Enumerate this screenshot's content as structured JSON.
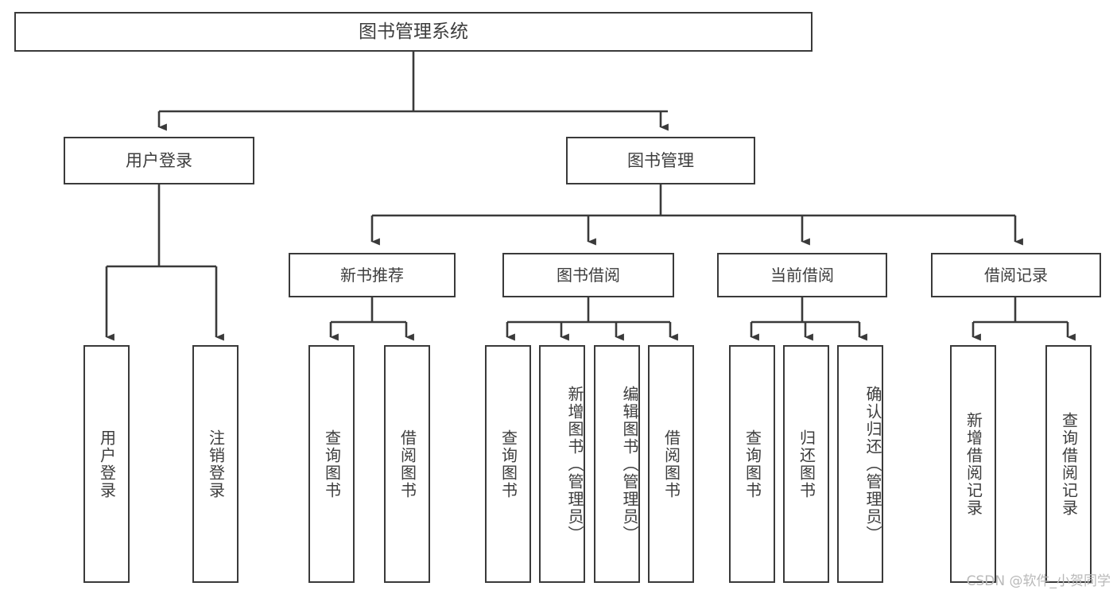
{
  "diagram": {
    "type": "tree",
    "title": "图书管理系统",
    "watermark": "CSDN @软件_小贺同学",
    "stroke_color": "#3a3a3a",
    "text_color": "#3d3d3d",
    "background_color": "#ffffff",
    "nodes": {
      "root": {
        "label": "图书管理系统"
      },
      "level2": [
        {
          "id": "user-login",
          "label": "用户登录"
        },
        {
          "id": "book-manage",
          "label": "图书管理"
        }
      ],
      "level3": [
        {
          "id": "new-book-recommend",
          "label": "新书推荐"
        },
        {
          "id": "book-borrow",
          "label": "图书借阅"
        },
        {
          "id": "current-borrow",
          "label": "当前借阅"
        },
        {
          "id": "borrow-record",
          "label": "借阅记录"
        }
      ],
      "leaves": [
        {
          "id": "leaf-user-login",
          "label": "用户登录",
          "parent": "user-login"
        },
        {
          "id": "leaf-logout",
          "label": "注销登录",
          "parent": "user-login"
        },
        {
          "id": "leaf-query-book-1",
          "label": "查询图书",
          "parent": "new-book-recommend"
        },
        {
          "id": "leaf-borrow-book-1",
          "label": "借阅图书",
          "parent": "new-book-recommend"
        },
        {
          "id": "leaf-query-book-2",
          "label": "查询图书",
          "parent": "book-borrow"
        },
        {
          "id": "leaf-add-book",
          "label": "新增图书（管理员）",
          "parent": "book-borrow"
        },
        {
          "id": "leaf-edit-book",
          "label": "编辑图书（管理员）",
          "parent": "book-borrow"
        },
        {
          "id": "leaf-borrow-book-2",
          "label": "借阅图书",
          "parent": "book-borrow"
        },
        {
          "id": "leaf-query-book-3",
          "label": "查询图书",
          "parent": "current-borrow"
        },
        {
          "id": "leaf-return-book",
          "label": "归还图书",
          "parent": "current-borrow"
        },
        {
          "id": "leaf-confirm-return",
          "label": "确认归还（管理员）",
          "parent": "current-borrow"
        },
        {
          "id": "leaf-add-record",
          "label": "新增借阅记录",
          "parent": "borrow-record"
        },
        {
          "id": "leaf-query-record",
          "label": "查询借阅记录",
          "parent": "borrow-record"
        }
      ]
    }
  }
}
